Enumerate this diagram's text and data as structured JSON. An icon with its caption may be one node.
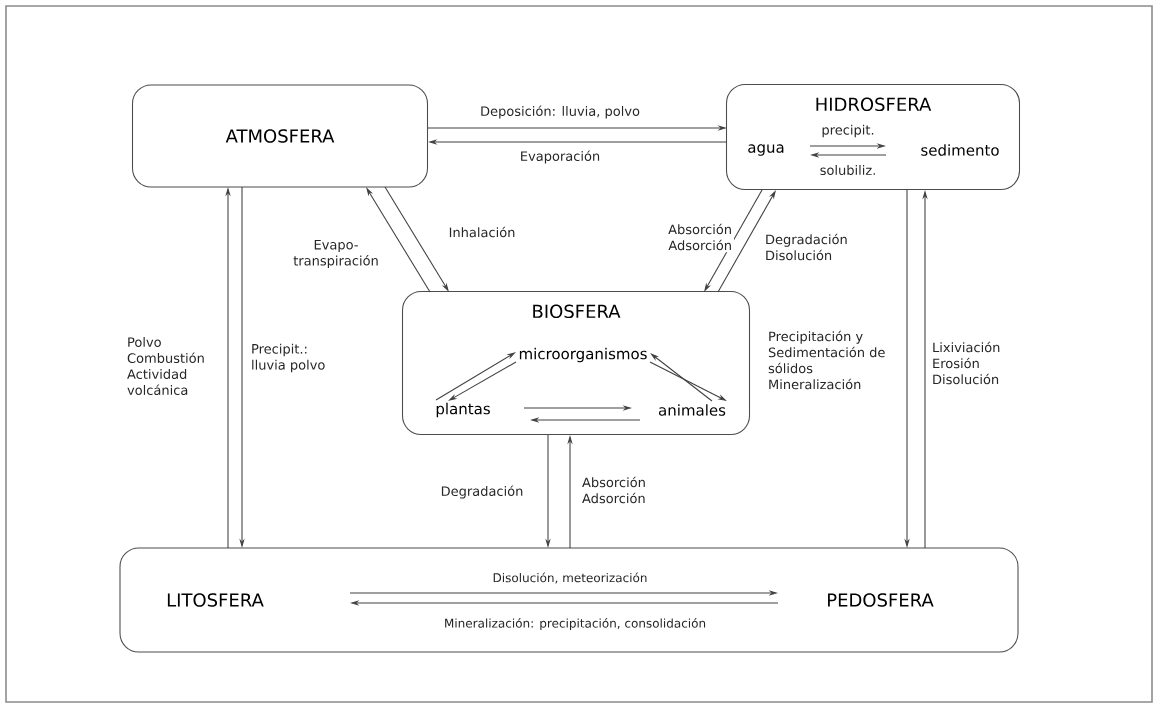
{
  "diagram": {
    "nodes": [
      {
        "text": [
          "ATMOSFERA"
        ]
      },
      {
        "text": [
          "HIDROSFERA"
        ]
      },
      {
        "text": [
          "agua"
        ],
        "in": 1
      },
      {
        "text": [
          "sedimento"
        ],
        "in": 1
      },
      {
        "text": [
          "BIOSFERA"
        ]
      },
      {
        "text": [
          "microorganismos"
        ],
        "in": 4
      },
      {
        "text": [
          "plantas"
        ],
        "in": 4
      },
      {
        "text": [
          "animales"
        ],
        "in": 4
      },
      {
        "text": [],
        "shape": "box"
      },
      {
        "text": [
          "LITOSFERA"
        ],
        "in": 8
      },
      {
        "text": [
          "PEDOSFERA"
        ],
        "in": 8
      }
    ],
    "edges": [
      {
        "from": 0,
        "to": 1,
        "arrow": "to",
        "label": "Deposición: lluvia, polvo"
      },
      {
        "from": 1,
        "to": 0,
        "arrow": "to",
        "label": "Evaporación"
      },
      {
        "from": 2,
        "to": 3,
        "arrow": "to",
        "label": "precipit."
      },
      {
        "from": 3,
        "to": 2,
        "arrow": "to",
        "label": "solubiliz."
      },
      {
        "from": 4,
        "to": 0,
        "arrow": "to",
        "label": "Evapo- transpiración"
      },
      {
        "from": 0,
        "to": 4,
        "arrow": "to",
        "label": "Inhalación"
      },
      {
        "from": 1,
        "to": 4,
        "arrow": "to",
        "label": "Absorción Adsorción"
      },
      {
        "from": 4,
        "to": 1,
        "arrow": "to",
        "label": "Degradación Disolución"
      },
      {
        "from": 8,
        "to": 0,
        "arrow": "to",
        "label": "Polvo Combustión Actividad volcánica"
      },
      {
        "from": 0,
        "to": 8,
        "arrow": "to",
        "label": "Precipit.: lluvia polvo"
      },
      {
        "from": 6,
        "to": 5,
        "arrow": "to"
      },
      {
        "from": 5,
        "to": 6,
        "arrow": "to"
      },
      {
        "from": 7,
        "to": 5,
        "arrow": "to"
      },
      {
        "from": 5,
        "to": 7,
        "arrow": "to"
      },
      {
        "from": 6,
        "to": 7,
        "arrow": "to"
      },
      {
        "from": 7,
        "to": 6,
        "arrow": "to"
      },
      {
        "from": 4,
        "to": 8,
        "arrow": "to",
        "label": "Degradación"
      },
      {
        "from": 8,
        "to": 4,
        "arrow": "to",
        "label": "Absorción Adsorción"
      },
      {
        "from": 1,
        "to": 8,
        "arrow": "to",
        "label": "Precipitación y Sedimentación de sólidos Mineralización"
      },
      {
        "from": 8,
        "to": 1,
        "arrow": "to",
        "label": "Lixiviación Erosión Disolución"
      },
      {
        "from": 9,
        "to": 10,
        "arrow": "to",
        "label": "Disolución, meteorización"
      },
      {
        "from": 10,
        "to": 9,
        "arrow": "to",
        "label": "Mineralización: precipitación, consolidación"
      }
    ]
  }
}
